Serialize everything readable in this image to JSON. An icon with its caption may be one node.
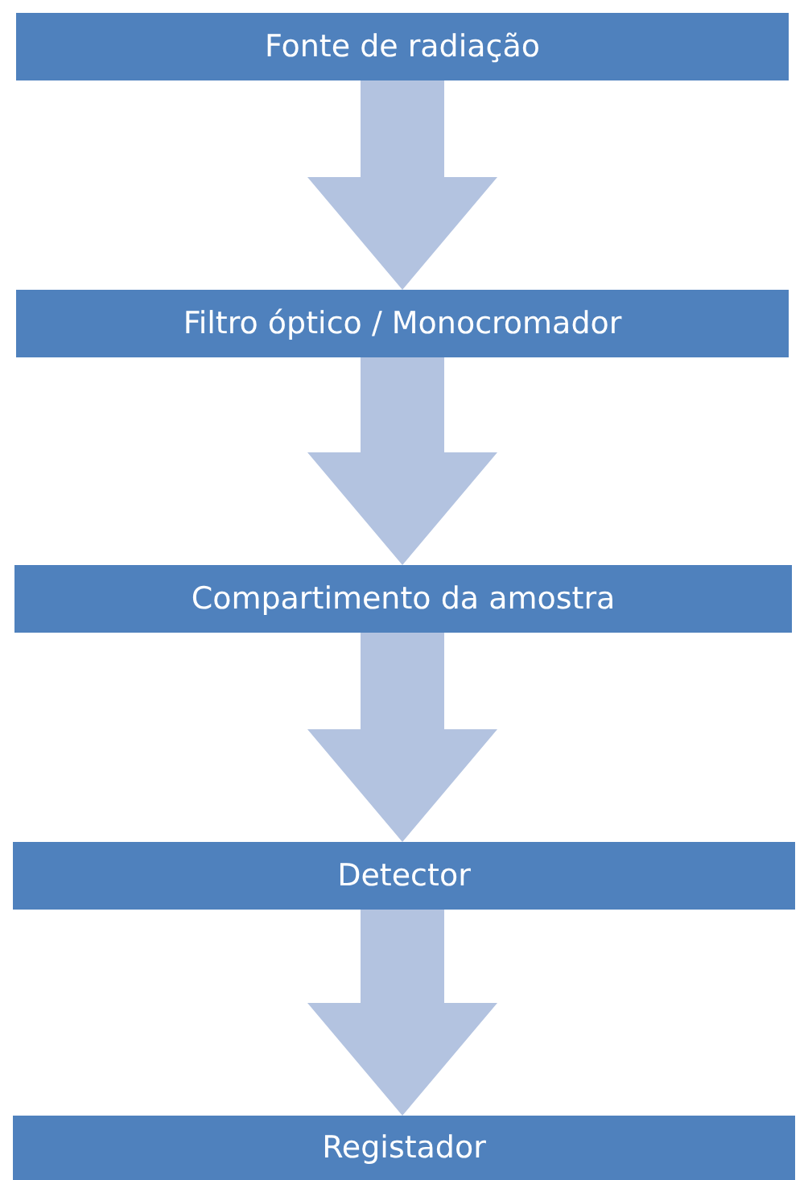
{
  "diagram": {
    "nodes": [
      {
        "text": [
          "Fonte de radiação"
        ]
      },
      {
        "text": [
          "Filtro óptico / Monocromador"
        ]
      },
      {
        "text": [
          "Compartimento da amostra"
        ]
      },
      {
        "text": [
          "Detector"
        ]
      },
      {
        "text": [
          "Registador"
        ]
      }
    ],
    "edges": [
      {
        "from": 0,
        "to": 1,
        "arrow": "to"
      },
      {
        "from": 1,
        "to": 2,
        "arrow": "to"
      },
      {
        "from": 2,
        "to": 3,
        "arrow": "to"
      },
      {
        "from": 3,
        "to": 4,
        "arrow": "to"
      }
    ]
  }
}
